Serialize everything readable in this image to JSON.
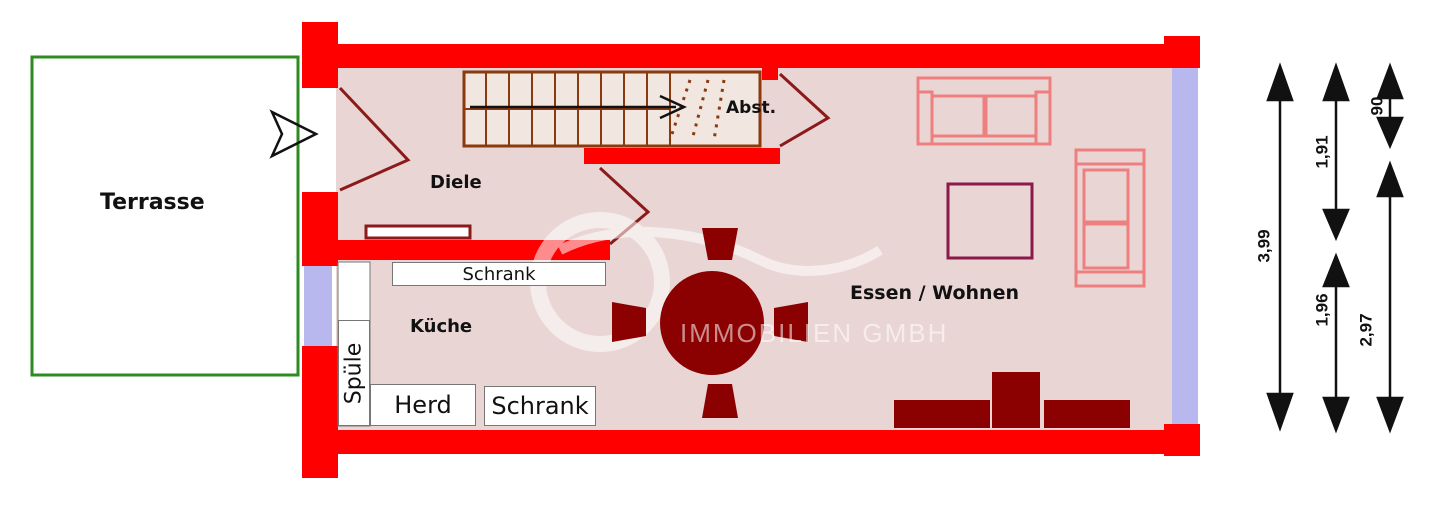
{
  "plan": {
    "rooms": {
      "terrasse": "Terrasse",
      "diele": "Diele",
      "abst": "Abst.",
      "kueche": "Küche",
      "essen_wohnen": "Essen / Wohnen"
    },
    "fixtures": {
      "schrank_top": "Schrank",
      "spuele": "Spüle",
      "herd": "Herd",
      "schrank_bottom": "Schrank"
    },
    "dimensions": [
      "3,99",
      "1,91",
      "90",
      "1,96",
      "2,97"
    ],
    "watermark": "IMMOBILIEN GMBH",
    "colors": {
      "wall": "#ff0000",
      "floor": "#ead5d5",
      "window": "#b8b8ee",
      "furniture": "#8b0000",
      "sofa": "#ee7f7f",
      "terrace_border": "#2e8b22"
    }
  }
}
